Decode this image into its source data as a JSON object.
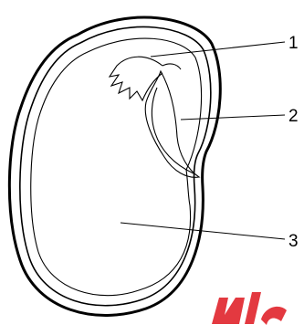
{
  "labels": {
    "l1": "1",
    "l2": "2",
    "l3": "3"
  },
  "colors": {
    "line": "#000000",
    "watermark": "#e0232b",
    "background": "#ffffff"
  }
}
